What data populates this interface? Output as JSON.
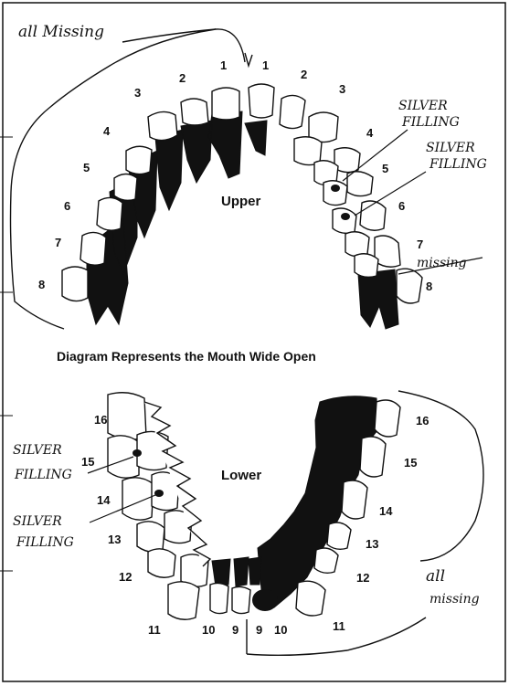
{
  "caption": "Diagram Represents the Mouth Wide Open",
  "upper": {
    "label": "Upper",
    "left_numbers": [
      "1",
      "2",
      "3",
      "4",
      "5",
      "6",
      "7",
      "8"
    ],
    "right_numbers": [
      "1",
      "2",
      "3",
      "4",
      "5",
      "6",
      "7",
      "8"
    ]
  },
  "lower": {
    "label": "Lower",
    "left_numbers": [
      "9",
      "10",
      "11",
      "12",
      "13",
      "14",
      "15",
      "16"
    ],
    "right_numbers": [
      "9",
      "10",
      "11",
      "12",
      "13",
      "14",
      "15",
      "16"
    ]
  },
  "annotations": {
    "top_left": "all Missing",
    "upper_filling_1": [
      "SILVER",
      "FILLING"
    ],
    "upper_filling_2": [
      "SILVER",
      "FILLING"
    ],
    "upper_right_missing": "missing",
    "lower_filling_1": [
      "SILVER",
      "FILLING"
    ],
    "lower_filling_2": [
      "SILVER",
      "FILLING"
    ],
    "lower_right": [
      "all",
      "missing"
    ]
  }
}
